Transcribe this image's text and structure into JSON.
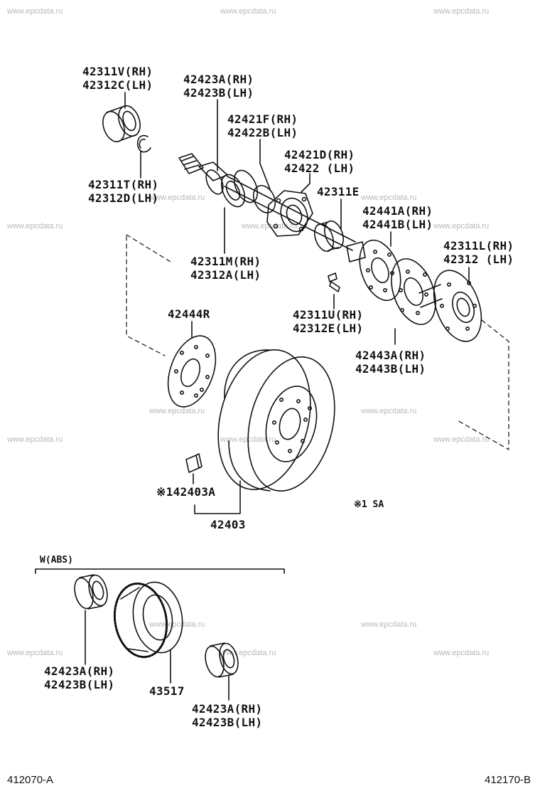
{
  "watermark": "www.epcdata.ru",
  "labels": {
    "l42311V": "42311V(RH)",
    "l42312C": "42312C(LH)",
    "l42423A_top": "42423A(RH)",
    "l42423B_top": "42423B(LH)",
    "l42421F": "42421F(RH)",
    "l42422B": "42422B(LH)",
    "l42421D": "42421D(RH)",
    "l42422": "42422 (LH)",
    "l42311E": "42311E",
    "l42311T": "42311T(RH)",
    "l42312D": "42312D(LH)",
    "l42441A": "42441A(RH)",
    "l42441B": "42441B(LH)",
    "l42311L": "42311L(RH)",
    "l42312": "42312 (LH)",
    "l42311M": "42311M(RH)",
    "l42312A": "42312A(LH)",
    "l42311U": "42311U(RH)",
    "l42312E": "42312E(LH)",
    "l42444R": "42444R",
    "l42443A": "42443A(RH)",
    "l42443B": "42443B(LH)",
    "l142403A": "※142403A",
    "l42403": "42403",
    "l1SA": "※1 SA",
    "wabs": "W(ABS)",
    "l42423A_b1": "42423A(RH)",
    "l42423B_b1": "42423B(LH)",
    "l43517": "43517",
    "l42423A_b2": "42423A(RH)",
    "l42423B_b2": "42423B(LH)"
  },
  "codes": {
    "left": "412070-A",
    "right": "412170-B"
  }
}
